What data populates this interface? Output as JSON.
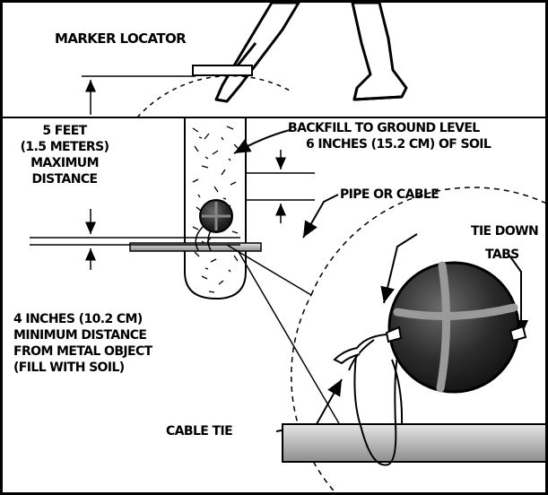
{
  "labels": {
    "marker_locator": "MARKER LOCATOR",
    "max_distance": [
      "5 FEET",
      "(1.5 METERS)",
      "MAXIMUM",
      "DISTANCE"
    ],
    "backfill": [
      "BACKFILL TO GROUND LEVEL",
      "6 INCHES (15.2 CM) OF SOIL"
    ],
    "pipe_or_cable": "PIPE OR CABLE",
    "tie_down_tabs": [
      "TIE DOWN",
      "TABS"
    ],
    "min_distance": [
      "4 INCHES (10.2 CM)",
      "MINIMUM DISTANCE",
      "FROM METAL OBJECT",
      "(FILL WITH SOIL)"
    ],
    "cable_tie": "CABLE TIE"
  },
  "colors": {
    "ink": "#000000",
    "soil": "#ffffff",
    "marker_dark": "#2a2a2a",
    "pipe_gray": "#cfcfcf"
  }
}
